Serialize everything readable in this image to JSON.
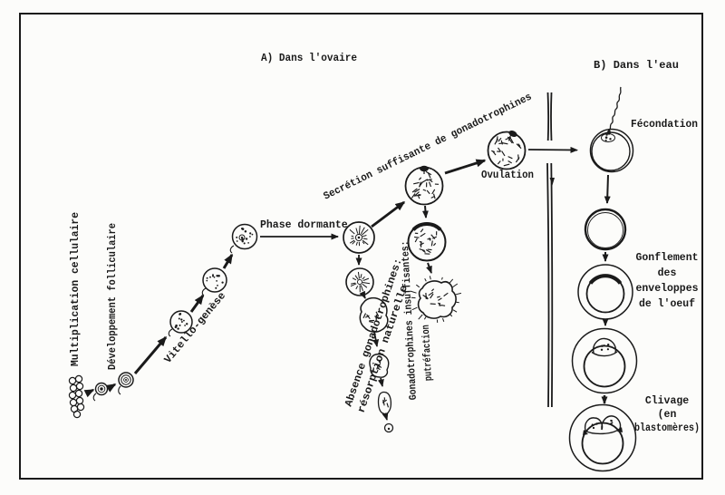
{
  "ink_color": "#1a1a1a",
  "paper_color": "#fcfcfa",
  "sections": {
    "a_header": "A) Dans l'ovaire",
    "b_header": "B) Dans l'eau"
  },
  "ovary_labels": {
    "multiplication": "Multiplication cellulaire",
    "developpement": "Développement folliculaire",
    "vitellogenese": "Vitello-genèse",
    "phase_dormante": "Phase dormante",
    "secretion": "Secrétion suffisante de gonadotrophines",
    "ovulation": "Ovulation",
    "absence_l1": "Absence gonadotrophines:",
    "absence_l2": "résorption naturelle",
    "insuffisantes_l1": "Gonadotrophines insuffisantes:",
    "insuffisantes_l2": "putréfaction"
  },
  "water_labels": {
    "fecondation": "Fécondation",
    "gonflement_l1": "Gonflement",
    "gonflement_l2": "des",
    "gonflement_l3": "enveloppes",
    "gonflement_l4": "de l'oeuf",
    "clivage_l1": "Clivage",
    "clivage_l2": "(en",
    "clivage_l3": "blastomères)"
  }
}
